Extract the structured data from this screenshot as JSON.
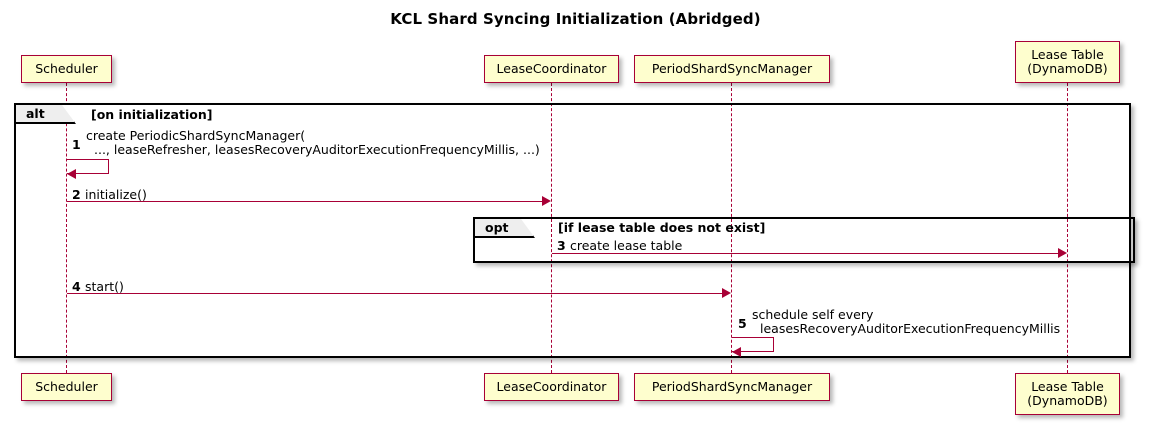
{
  "title": "KCL Shard Syncing Initialization (Abridged)",
  "colors": {
    "participant_fill": "#FEFECE",
    "participant_border": "#A80036",
    "arrow": "#A80036",
    "frame_border": "#000000",
    "frame_label_fill": "#EEEEEE",
    "background": "#FFFFFF"
  },
  "participants": [
    {
      "id": "scheduler",
      "name": "Scheduler",
      "lines": [
        "Scheduler"
      ]
    },
    {
      "id": "leasecoordinator",
      "name": "LeaseCoordinator",
      "lines": [
        "LeaseCoordinator"
      ]
    },
    {
      "id": "periodshardsyncmanager",
      "name": "PeriodShardSyncManager",
      "lines": [
        "PeriodShardSyncManager"
      ]
    },
    {
      "id": "leasetable",
      "name": "Lease Table (DynamoDB)",
      "lines": [
        "Lease Table",
        "(DynamoDB)"
      ]
    }
  ],
  "frames": [
    {
      "id": "alt",
      "type": "alt",
      "label": "alt",
      "condition": "[on initialization]"
    },
    {
      "id": "opt",
      "type": "opt",
      "label": "opt",
      "condition": "[if lease table does not exist]"
    }
  ],
  "messages": [
    {
      "number": "1",
      "from": "scheduler",
      "to": "scheduler",
      "self": true,
      "lines": [
        "create PeriodicShardSyncManager(",
        "..., leaseRefresher, leasesRecoveryAuditorExecutionFrequencyMillis, ...)"
      ]
    },
    {
      "number": "2",
      "from": "scheduler",
      "to": "leasecoordinator",
      "self": false,
      "lines": [
        "initialize()"
      ]
    },
    {
      "number": "3",
      "from": "leasecoordinator",
      "to": "leasetable",
      "self": false,
      "lines": [
        "create lease table"
      ]
    },
    {
      "number": "4",
      "from": "scheduler",
      "to": "periodshardsyncmanager",
      "self": false,
      "lines": [
        "start()"
      ]
    },
    {
      "number": "5",
      "from": "periodshardsyncmanager",
      "to": "periodshardsyncmanager",
      "self": true,
      "lines": [
        "schedule self every",
        "leasesRecoveryAuditorExecutionFrequencyMillis"
      ]
    }
  ]
}
